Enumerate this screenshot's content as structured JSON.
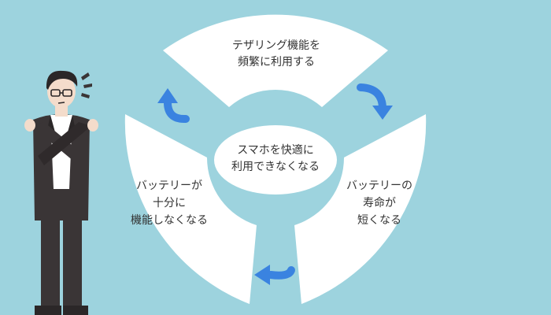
{
  "diagram": {
    "center_text": [
      "スマホを快適に",
      "利用できなくなる"
    ],
    "segments": [
      {
        "id": "top",
        "lines": [
          "テザリング機能を",
          "頻繁に利用する"
        ]
      },
      {
        "id": "right",
        "lines": [
          "バッテリーの",
          "寿命が",
          "短くなる"
        ]
      },
      {
        "id": "left",
        "lines": [
          "バッテリーが",
          "十分に",
          "機能しなくなる"
        ]
      }
    ]
  },
  "icons": [
    "arrow-clockwise-icon",
    "worried-man-crossed-arms-icon",
    "sweat-mark-icon"
  ],
  "colors": {
    "background": "#9dd3de",
    "segment": "#ffffff",
    "arrow": "#3a83e0",
    "text": "#333333",
    "suit": "#3a3536"
  }
}
